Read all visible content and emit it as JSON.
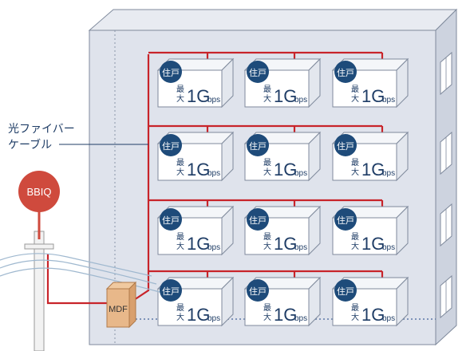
{
  "provider_badge": {
    "label": "BBIQ"
  },
  "fiber_label": {
    "lines": [
      "光ファイバー",
      "ケーブル"
    ]
  },
  "mdf_label": "MDF",
  "unit_labels": {
    "dwelling_badge": "住戸",
    "max_prefix_top": "最",
    "max_prefix_bottom": "大",
    "speed_value": "1G",
    "speed_unit": "bps"
  },
  "floors": [
    {
      "units": 3
    },
    {
      "units": 3
    },
    {
      "units": 3
    },
    {
      "units": 3
    }
  ],
  "colors": {
    "building_front": "#dfe3ec",
    "building_side": "#cdd3df",
    "building_top": "#e8ebf1",
    "building_stroke": "#7f8a9c",
    "fiber_red": "#c8242a",
    "badge_red": "#cf4a3d",
    "badge_navy": "#1e4b7a",
    "text_navy": "#1f3d66",
    "mdf_fill": "#e8b88a",
    "mdf_stroke": "#b07a4a",
    "window_fill": "#ffffff"
  }
}
